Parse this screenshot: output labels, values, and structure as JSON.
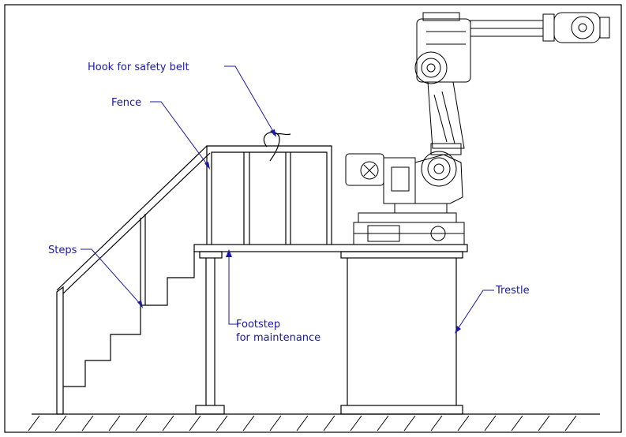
{
  "labels": {
    "hook": "Hook for safety belt",
    "fence": "Fence",
    "steps": "Steps",
    "footstep_line1": "Footstep",
    "footstep_line2": "for maintenance",
    "trestle": "Trestle"
  },
  "colors": {
    "line": "#000000",
    "label": "#1a1aa0",
    "background": "#ffffff"
  }
}
